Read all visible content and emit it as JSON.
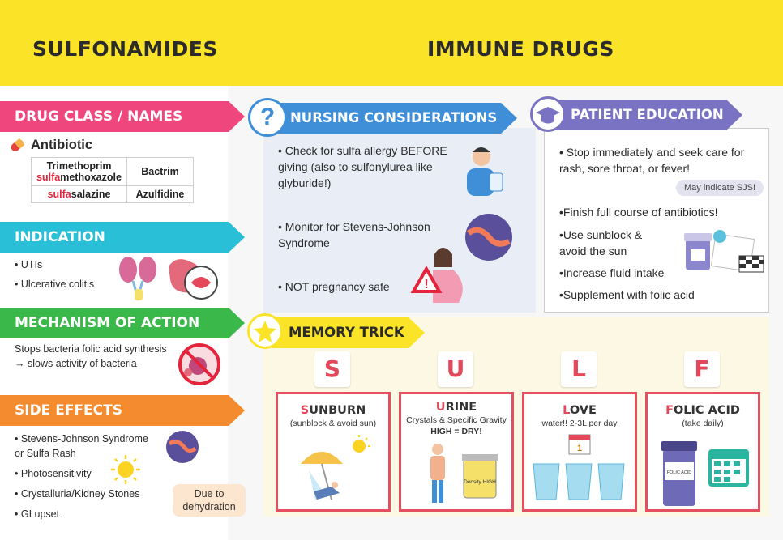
{
  "header": {
    "left_title": "SULFONAMIDES",
    "right_title": "IMMUNE DRUGS"
  },
  "drug_class": {
    "heading": "DRUG CLASS / NAMES",
    "category": "Antibiotic",
    "rows": [
      {
        "generic_line1": "Trimethoprim",
        "generic_prefix": "sulfa",
        "generic_suffix": "methoxazole",
        "brand": "Bactrim"
      },
      {
        "generic_prefix": "sulfa",
        "generic_suffix": "salazine",
        "brand": "Azulfidine"
      }
    ]
  },
  "indication": {
    "heading": "INDICATION",
    "items": [
      "UTIs",
      "Ulcerative colitis"
    ]
  },
  "mechanism": {
    "heading": "MECHANISM OF ACTION",
    "line1": "Stops bacteria folic acid synthesis",
    "line2": "→  slows activity of bacteria"
  },
  "side_effects": {
    "heading": "SIDE EFFECTS",
    "items": [
      "Stevens-Johnson Syndrome",
      "or Sulfa Rash",
      "Photosensitivity",
      "Crystalluria/Kidney Stones",
      "GI upset"
    ],
    "note": "Due to dehydration"
  },
  "nursing": {
    "heading": "NURSING CONSIDERATIONS",
    "icon": "question-icon",
    "items": [
      "Check for sulfa allergy BEFORE giving (also to sulfonylurea like glyburide!)",
      "Monitor for Stevens-Johnson Syndrome",
      "NOT pregnancy safe"
    ]
  },
  "education": {
    "heading": "PATIENT EDUCATION",
    "icon": "graduation-cap-icon",
    "items": [
      "Stop immediately and seek care for rash, sore throat, or fever!",
      "Finish full course of antibiotics!",
      "Use sunblock & avoid the sun",
      "Increase fluid intake",
      "Supplement with folic acid"
    ],
    "note": "May indicate SJS!"
  },
  "memory": {
    "heading": "MEMORY TRICK",
    "icon": "star-icon",
    "cards": [
      {
        "letter": "S",
        "first": "S",
        "rest": "UNBURN",
        "sub": "(sunblock & avoid sun)",
        "sub2": ""
      },
      {
        "letter": "U",
        "first": "U",
        "rest": "RINE",
        "sub": "Crystals & Specific Gravity",
        "sub2": "HIGH = DRY!"
      },
      {
        "letter": "L",
        "first": "L",
        "rest": "OVE",
        "sub": "water!! 2-3L per day",
        "sub2": ""
      },
      {
        "letter": "F",
        "first": "F",
        "rest": "OLIC ACID",
        "sub": "(take daily)",
        "sub2": ""
      }
    ],
    "labels": {
      "cup": "Density HIGH",
      "bottle": "FOLIC ACID",
      "calendar_day": "1"
    }
  },
  "colors": {
    "yellow": "#fbe428",
    "pink": "#f0467e",
    "cyan": "#29bfd6",
    "green": "#3bb84a",
    "orange": "#f48b2e",
    "blue": "#3f8fd8",
    "purple": "#7a72c2",
    "red": "#e4485a"
  }
}
